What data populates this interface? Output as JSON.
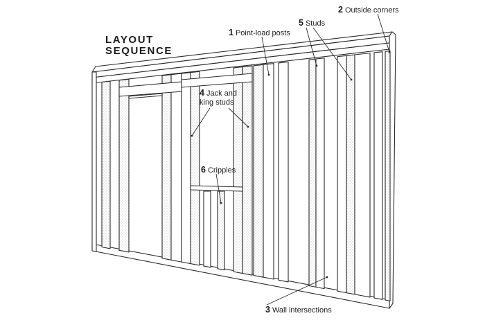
{
  "title": {
    "line1": "LAYOUT",
    "line2": "SEQUENCE"
  },
  "callouts": [
    {
      "num": "1",
      "text": "Point-load posts"
    },
    {
      "num": "2",
      "text": "Outside corners"
    },
    {
      "num": "3",
      "text": "Wall intersections"
    },
    {
      "num": "4",
      "text": "Jack and",
      "text2": "king studs"
    },
    {
      "num": "5",
      "text": "Studs"
    },
    {
      "num": "6",
      "text": "Cripples"
    }
  ],
  "colors": {
    "stroke": "#2a2a2a",
    "fill": "#ffffff",
    "stipple": "#bdbdbd"
  }
}
